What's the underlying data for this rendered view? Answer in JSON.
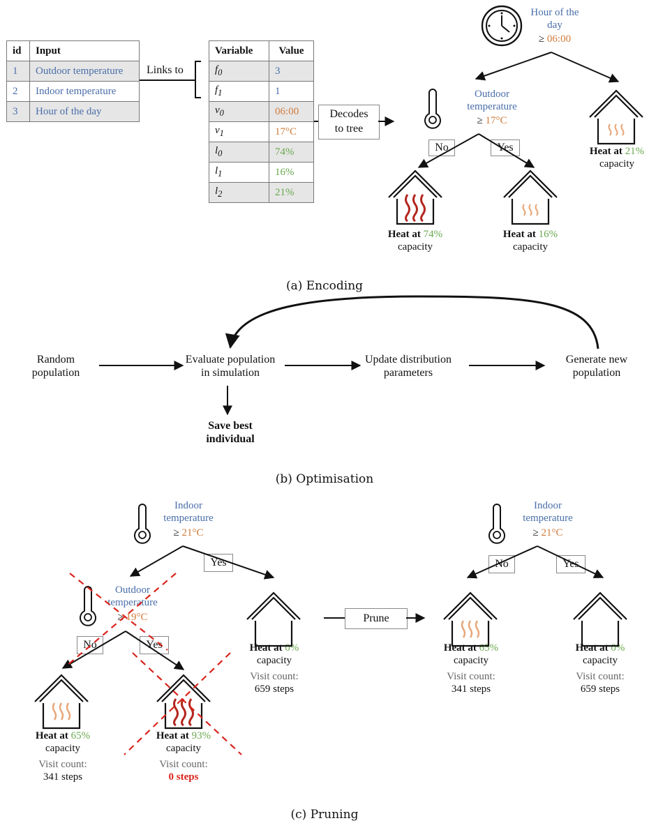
{
  "panel_a": {
    "input_table": {
      "headers": [
        "id",
        "Input"
      ],
      "rows": [
        [
          "1",
          "Outdoor temperature"
        ],
        [
          "2",
          "Indoor temperature"
        ],
        [
          "3",
          "Hour of the day"
        ]
      ]
    },
    "links_to": "Links to",
    "var_table": {
      "headers": [
        "Variable",
        "Value"
      ],
      "rows": [
        {
          "var": "f",
          "sub": "0",
          "value": "3",
          "color": "blue"
        },
        {
          "var": "f",
          "sub": "1",
          "value": "1",
          "color": "blue"
        },
        {
          "var": "v",
          "sub": "0",
          "value": "06:00",
          "color": "orange"
        },
        {
          "var": "v",
          "sub": "1",
          "value": "17°C",
          "color": "orange"
        },
        {
          "var": "l",
          "sub": "0",
          "value": "74%",
          "color": "green"
        },
        {
          "var": "l",
          "sub": "1",
          "value": "16%",
          "color": "green"
        },
        {
          "var": "l",
          "sub": "2",
          "value": "21%",
          "color": "green"
        }
      ]
    },
    "decodes": [
      "Decodes",
      "to tree"
    ],
    "root": {
      "name1": "Hour of the",
      "name2": "day",
      "ge": "≥",
      "threshold": "06:00"
    },
    "child": {
      "name1": "Outdoor",
      "name2": "temperature",
      "ge": "≥",
      "threshold": "17°C"
    },
    "no": "No",
    "yes": "Yes",
    "heat_at": "Heat at",
    "capacity": "capacity",
    "leaves": {
      "left": "74%",
      "mid": "16%",
      "right": "21%"
    },
    "caption": "(a) Encoding"
  },
  "panel_b": {
    "random": [
      "Random",
      "population"
    ],
    "evaluate": [
      "Evaluate population",
      "in simulation"
    ],
    "update": [
      "Update distribution",
      "parameters"
    ],
    "generate": [
      "Generate new",
      "population"
    ],
    "save": [
      "Save best",
      "individual"
    ],
    "caption": "(b) Optimisation"
  },
  "panel_c": {
    "indoor": {
      "name1": "Indoor",
      "name2": "temperature",
      "ge": "≥",
      "threshold": "21°C"
    },
    "outdoor": {
      "name1": "Outdoor",
      "name2": "temperature",
      "ge": "≥",
      "threshold": "19°C"
    },
    "yes": "Yes",
    "no": "No",
    "prune": "Prune",
    "heat_at": "Heat at",
    "capacity": "capacity",
    "visit_count": "Visit count:",
    "leaves": {
      "ll": {
        "pct": "65%",
        "steps": "341 steps"
      },
      "lm": {
        "pct": "93%",
        "steps": "0 steps"
      },
      "lr": {
        "pct": "0%",
        "steps": "659 steps"
      },
      "rl": {
        "pct": "65%",
        "steps": "341 steps"
      },
      "rr": {
        "pct": "0%",
        "steps": "659 steps"
      }
    },
    "caption": "(c) Pruning"
  },
  "colors": {
    "blue": "#4a6ea9",
    "orange": "#d07a3a",
    "green": "#6aa84f",
    "red": "#d9231c",
    "heat_dark": "#b3261e",
    "heat_light": "#e8a87c"
  }
}
